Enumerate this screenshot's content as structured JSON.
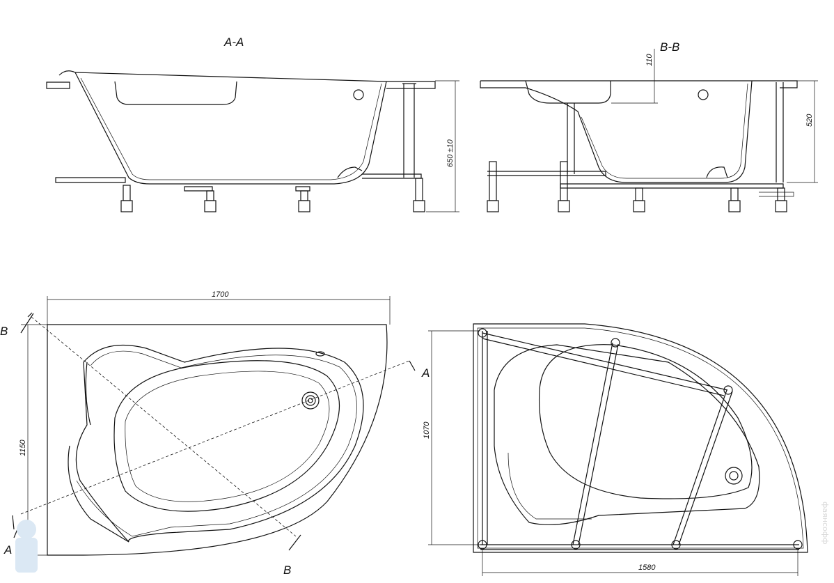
{
  "section_labels": {
    "aa": "A-A",
    "bb": "B-B"
  },
  "cut_markers": {
    "a_top": "A",
    "a_bottom": "A",
    "b_top": "B",
    "b_bottom": "B"
  },
  "dimensions": {
    "rim_depth": "110",
    "depth_bb": "520",
    "height_aa": "650 ±10",
    "length": "1700",
    "width": "1150",
    "frame_width": "1070",
    "frame_length": "1580"
  },
  "watermark": "фаянсофф"
}
